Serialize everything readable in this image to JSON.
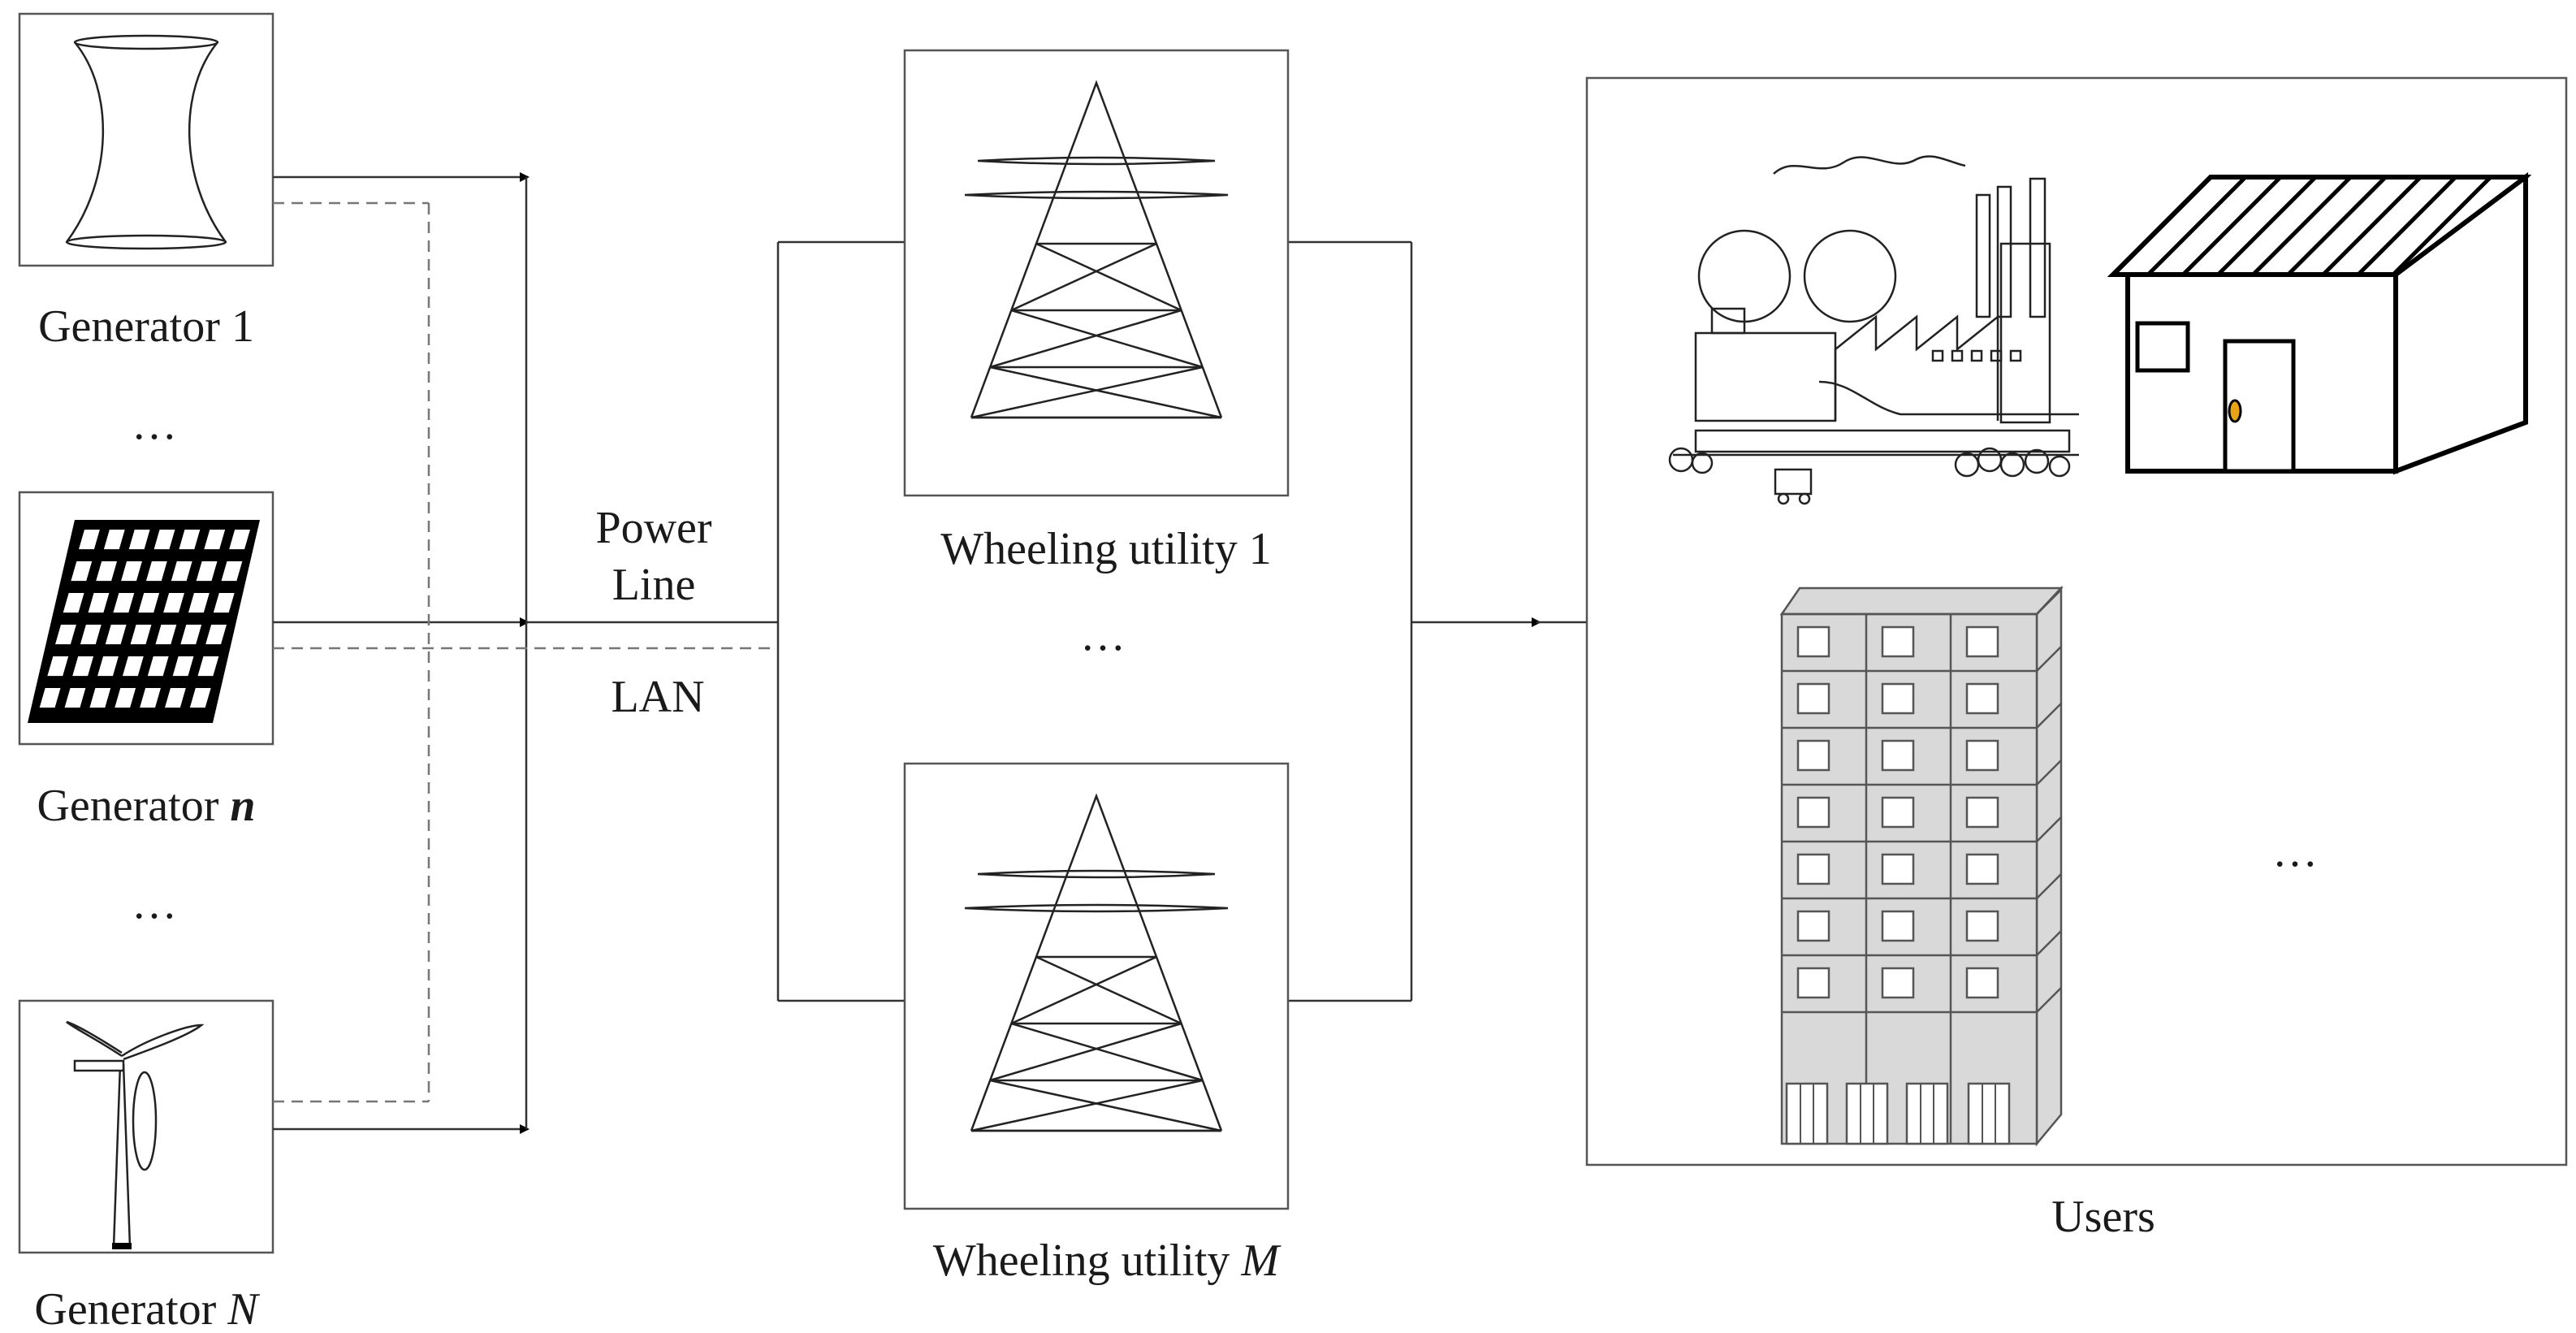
{
  "generators": [
    {
      "name": "Generator",
      "index": "1"
    },
    {
      "name": "Generator",
      "index": "n"
    },
    {
      "name": "Generator",
      "index": "N"
    }
  ],
  "ellipsis": "…",
  "power_line": {
    "line1": "Power",
    "line2": "Line"
  },
  "lan": "LAN",
  "wheeling": [
    {
      "name": "Wheeling utility",
      "index": "1"
    },
    {
      "name": "Wheeling utility",
      "index": "M"
    }
  ],
  "users": "Users",
  "colors": {
    "building": "#d9d9d9",
    "door_knob": "#e8a317",
    "stroke": "#333333"
  }
}
